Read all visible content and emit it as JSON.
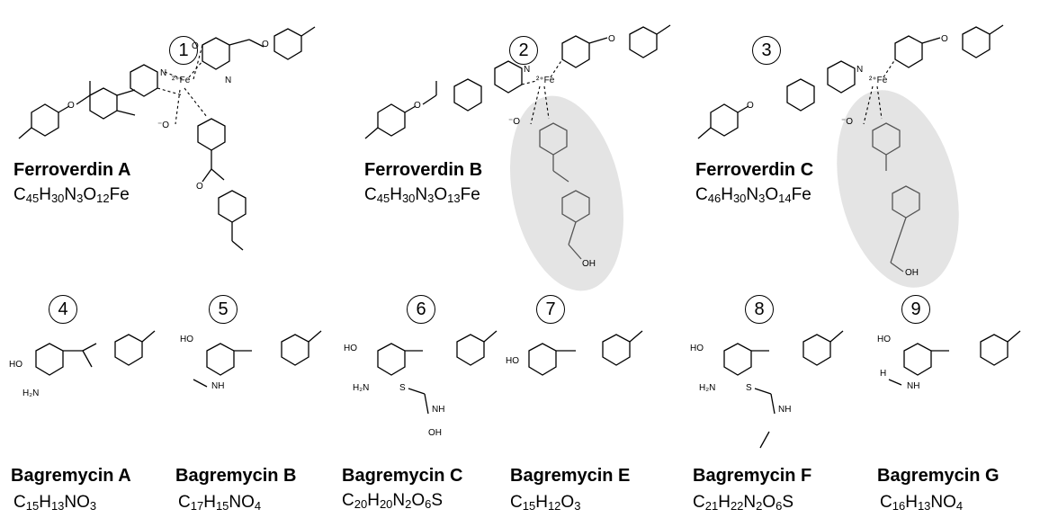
{
  "compounds": [
    {
      "num": "1",
      "name": "Ferroverdin A",
      "formula": [
        [
          "C",
          ""
        ],
        [
          "45",
          "s"
        ],
        [
          "H",
          ""
        ],
        [
          "30",
          "s"
        ],
        [
          "N",
          ""
        ],
        [
          "3",
          "s"
        ],
        [
          "O",
          ""
        ],
        [
          "12",
          "s"
        ],
        [
          "Fe",
          ""
        ]
      ]
    },
    {
      "num": "2",
      "name": "Ferroverdin B",
      "formula": [
        [
          "C",
          ""
        ],
        [
          "45",
          "s"
        ],
        [
          "H",
          ""
        ],
        [
          "30",
          "s"
        ],
        [
          "N",
          ""
        ],
        [
          "3",
          "s"
        ],
        [
          "O",
          ""
        ],
        [
          "13",
          "s"
        ],
        [
          "Fe",
          ""
        ]
      ]
    },
    {
      "num": "3",
      "name": "Ferroverdin C",
      "formula": [
        [
          "C",
          ""
        ],
        [
          "46",
          "s"
        ],
        [
          "H",
          ""
        ],
        [
          "30",
          "s"
        ],
        [
          "N",
          ""
        ],
        [
          "3",
          "s"
        ],
        [
          "O",
          ""
        ],
        [
          "14",
          "s"
        ],
        [
          "Fe",
          ""
        ]
      ]
    },
    {
      "num": "4",
      "name": "Bagremycin A",
      "formula": [
        [
          "C",
          ""
        ],
        [
          "15",
          "s"
        ],
        [
          "H",
          ""
        ],
        [
          "13",
          "s"
        ],
        [
          "NO",
          ""
        ],
        [
          "3",
          "s"
        ]
      ]
    },
    {
      "num": "5",
      "name": "Bagremycin B",
      "formula": [
        [
          "C",
          ""
        ],
        [
          "17",
          "s"
        ],
        [
          "H",
          ""
        ],
        [
          "15",
          "s"
        ],
        [
          "NO",
          ""
        ],
        [
          "4",
          "s"
        ]
      ]
    },
    {
      "num": "6",
      "name": "Bagremycin C",
      "formula": [
        [
          "C",
          ""
        ],
        [
          "20",
          "s"
        ],
        [
          "H",
          ""
        ],
        [
          "20",
          "s"
        ],
        [
          "N",
          ""
        ],
        [
          "2",
          "s"
        ],
        [
          "O",
          ""
        ],
        [
          "6",
          "s"
        ],
        [
          "S",
          ""
        ]
      ]
    },
    {
      "num": "7",
      "name": "Bagremycin E",
      "formula": [
        [
          "C",
          ""
        ],
        [
          "15",
          "s"
        ],
        [
          "H",
          ""
        ],
        [
          "12",
          "s"
        ],
        [
          "O",
          ""
        ],
        [
          "3",
          "s"
        ]
      ]
    },
    {
      "num": "8",
      "name": "Bagremycin F",
      "formula": [
        [
          "C",
          ""
        ],
        [
          "21",
          "s"
        ],
        [
          "H",
          ""
        ],
        [
          "22",
          "s"
        ],
        [
          "N",
          ""
        ],
        [
          "2",
          "s"
        ],
        [
          "O",
          ""
        ],
        [
          "6",
          "s"
        ],
        [
          "S",
          ""
        ]
      ]
    },
    {
      "num": "9",
      "name": "Bagremycin G",
      "formula": [
        [
          "C",
          ""
        ],
        [
          "16",
          "s"
        ],
        [
          "H",
          ""
        ],
        [
          "13",
          "s"
        ],
        [
          "NO",
          ""
        ],
        [
          "4",
          "s"
        ]
      ]
    }
  ],
  "atom_labels": {
    "fe": "²⁺Fe",
    "n": "N",
    "o": "O",
    "o_minus": "O⁻",
    "minus_o": "⁻O",
    "ho": "HO",
    "h2n": "H₂N",
    "nh": "NH",
    "s": "S",
    "oh": "OH",
    "h": "H"
  },
  "colors": {
    "highlight": "#e4e4e4",
    "ink": "#000000"
  }
}
